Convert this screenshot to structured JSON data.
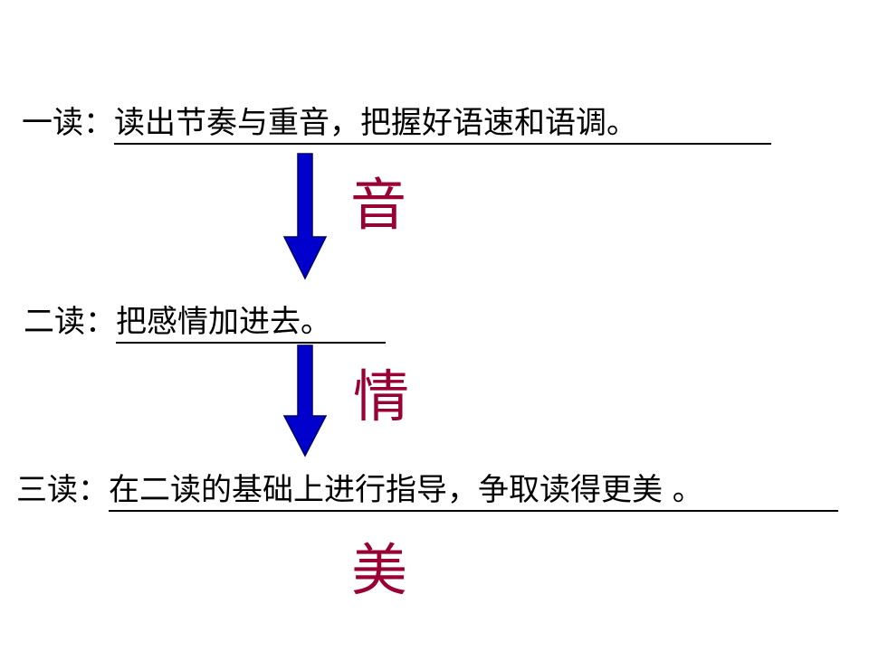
{
  "colors": {
    "text": "#000000",
    "keyword": "#990033",
    "arrow": "#0000CC"
  },
  "steps": [
    {
      "prefix": "一读：",
      "text": "读出节奏与重音，把握好语速和语调。"
    },
    {
      "prefix": "二读：",
      "text": "把感情加进去。"
    },
    {
      "prefix": "三读：",
      "text": "在二读的基础上进行指导，争取读得更美 。"
    }
  ],
  "keywords": [
    "音",
    "情",
    "美"
  ],
  "arrows": [
    {
      "icon": "arrow-down-icon"
    },
    {
      "icon": "arrow-down-icon"
    }
  ]
}
